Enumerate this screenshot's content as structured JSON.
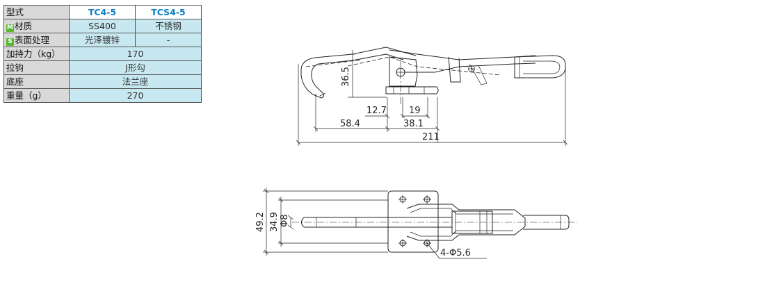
{
  "table": {
    "header": {
      "label": "型式",
      "col1": "TC4-5",
      "col2": "TCS4-5"
    },
    "rows": [
      {
        "badge": "M",
        "label": "材质",
        "col1": "SS400",
        "col2": "不锈钢"
      },
      {
        "badge": "S",
        "label": "表面处理",
        "col1": "光泽镀锌",
        "col2": "-"
      },
      {
        "label": "加持力（kg）",
        "merged": "170"
      },
      {
        "label": "拉钩",
        "merged": "J形勾"
      },
      {
        "label": "底座",
        "merged": "法兰座"
      },
      {
        "label": "重量（g）",
        "merged": "270"
      }
    ]
  },
  "side_view": {
    "dims": {
      "height": "36.5",
      "a": "12.7",
      "b": "19",
      "c": "58.4",
      "d": "38.1",
      "overall": "211"
    }
  },
  "top_view": {
    "dims": {
      "width_outer": "49.2",
      "width_inner": "34.9",
      "rod": "Φ8",
      "holes": "4-Φ5.6"
    }
  },
  "colors": {
    "header_text": "#0a7fc4",
    "value_bg": "#c7e8f0",
    "key_bg": "#d9d9d9",
    "badge_bg": "#5bb82f"
  }
}
